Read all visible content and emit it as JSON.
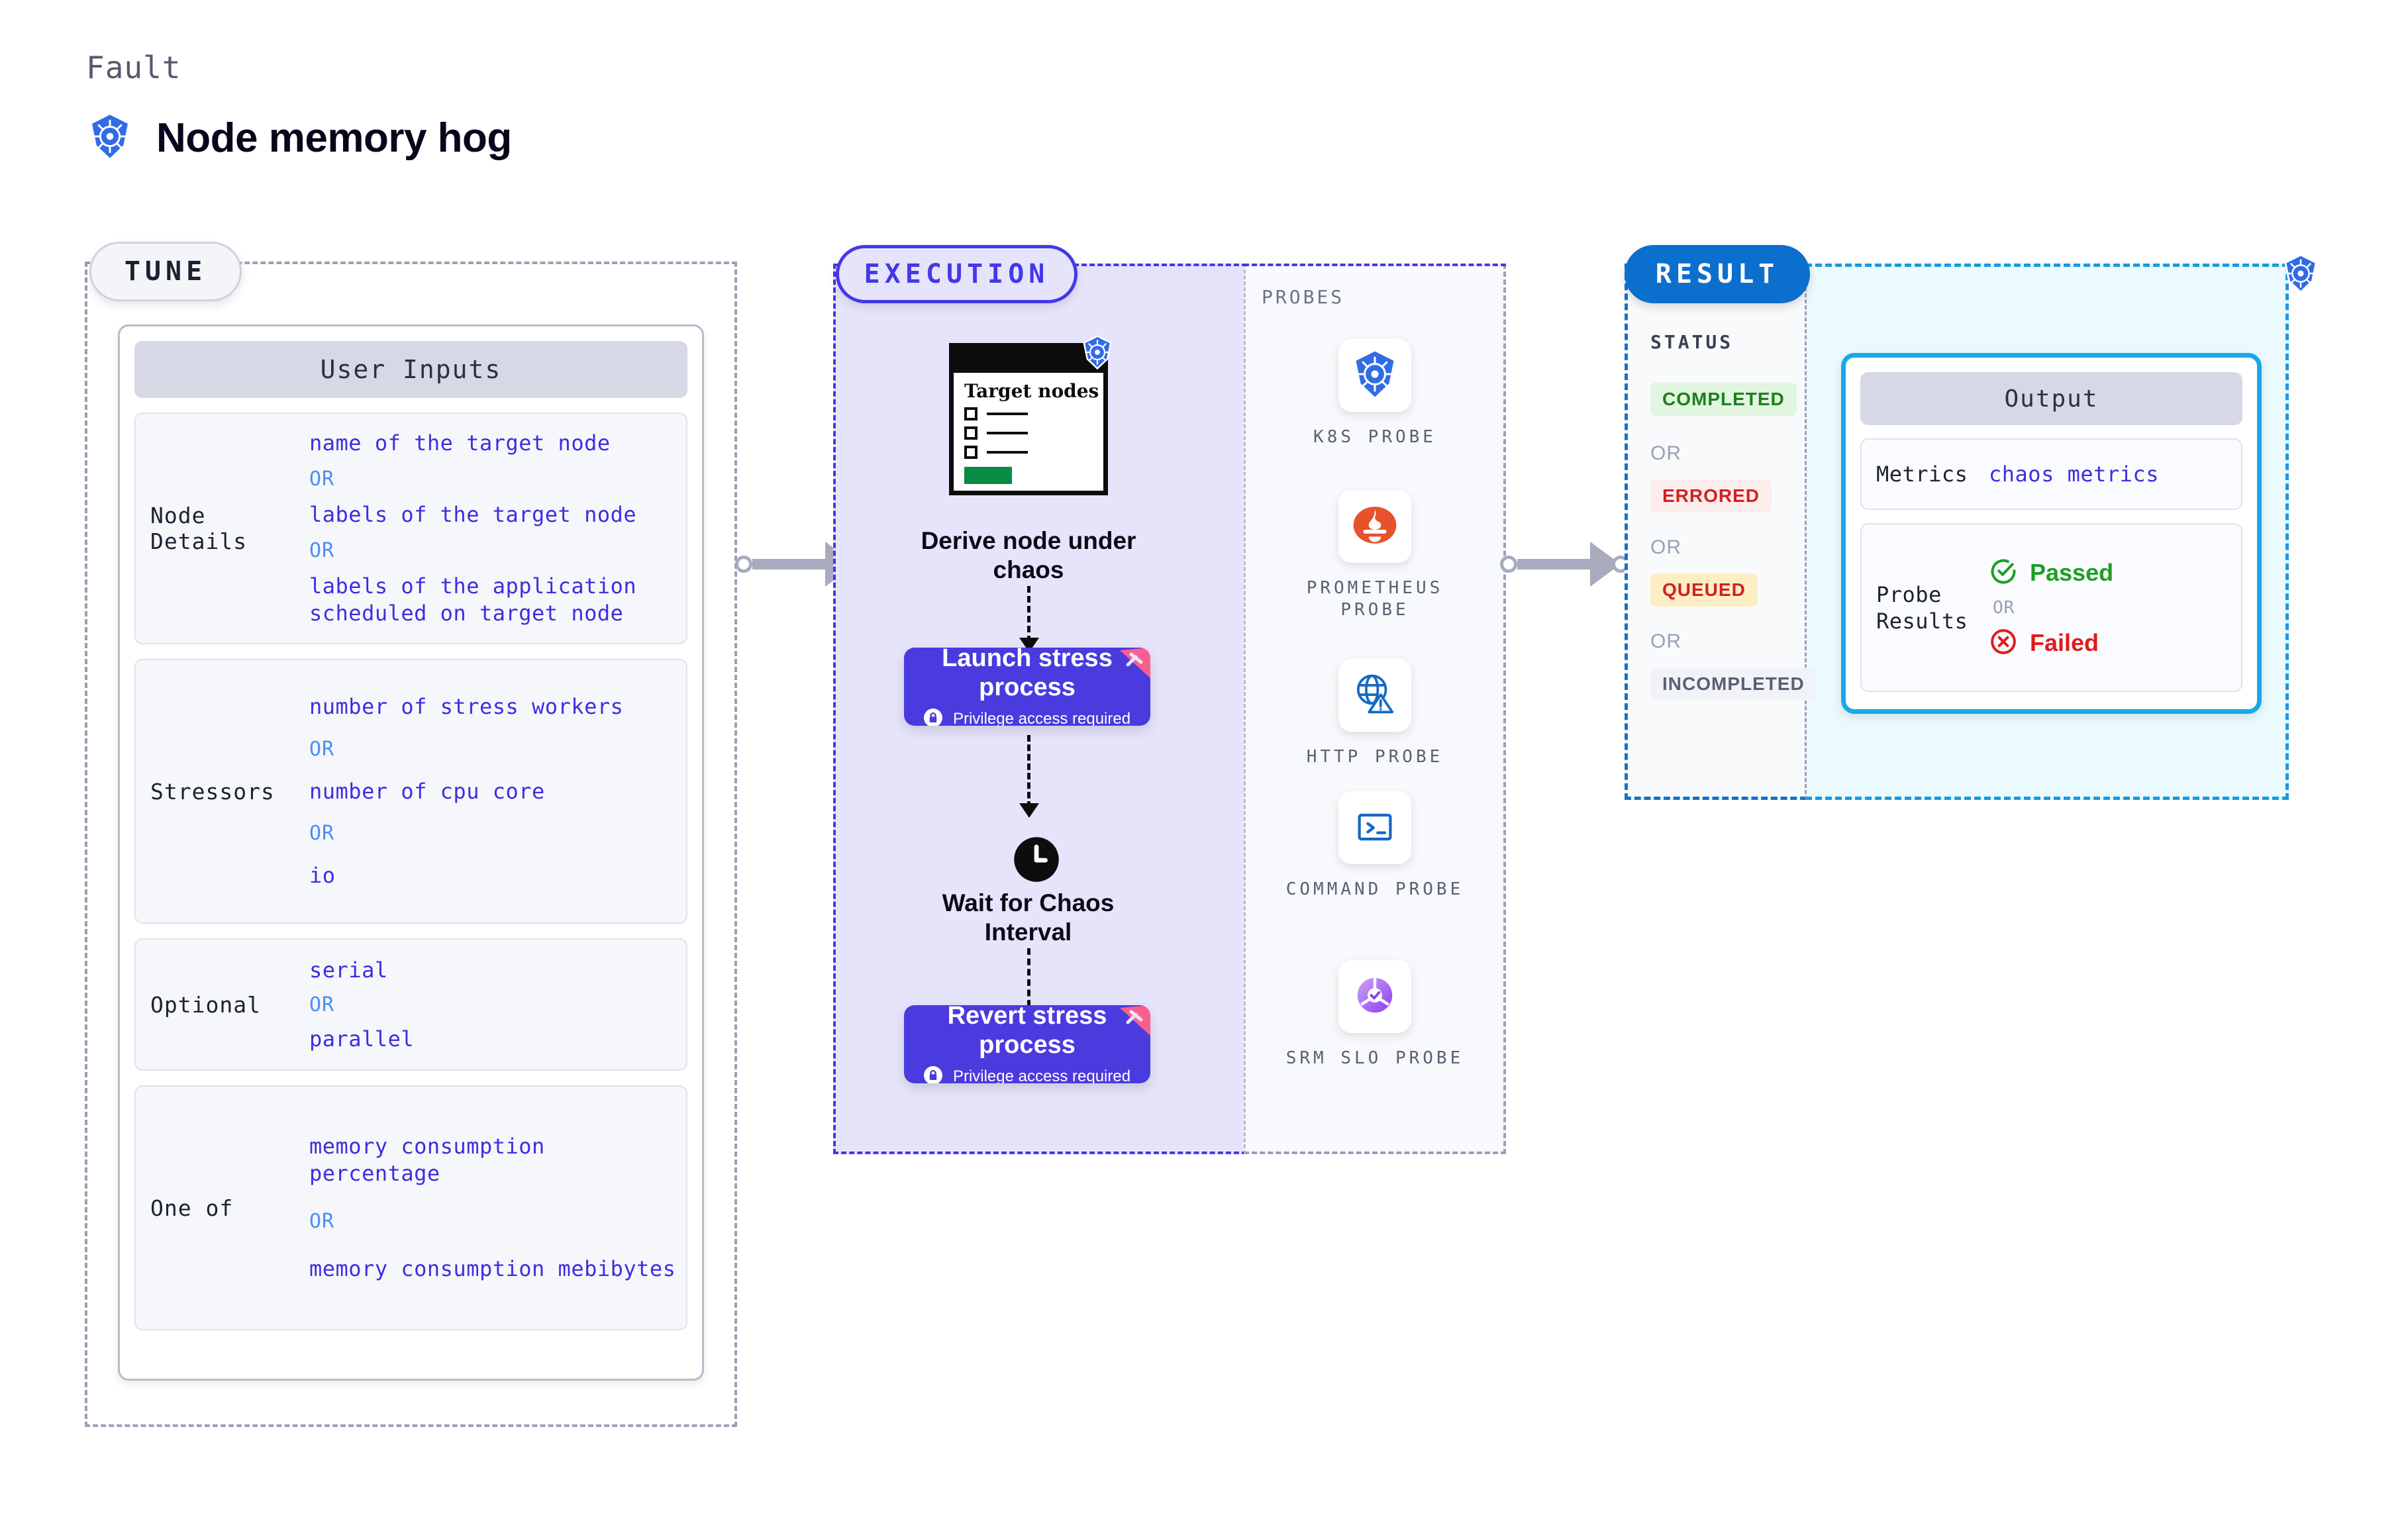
{
  "header": {
    "fault_label": "Fault",
    "fault_title": "Node memory hog",
    "fault_icon": "kubernetes-icon"
  },
  "tune": {
    "pill_label": "TUNE",
    "panel_title": "User Inputs",
    "rows": [
      {
        "label": "Node Details",
        "values": [
          "name of the target node",
          "labels of the target node",
          "labels of the application scheduled on target node"
        ],
        "separator": "OR"
      },
      {
        "label": "Stressors",
        "values": [
          "number of stress workers",
          "number of cpu core",
          "io"
        ],
        "separator": "OR"
      },
      {
        "label": "Optional",
        "values": [
          "serial",
          "parallel"
        ],
        "separator": "OR"
      },
      {
        "label": "One of",
        "values": [
          "memory consumption percentage",
          "memory consumption mebibytes"
        ],
        "separator": "OR"
      }
    ]
  },
  "execution": {
    "pill_label": "EXECUTION",
    "steps": [
      {
        "caption": "Derive node under chaos",
        "card_title": "Target nodes",
        "icon": "kubernetes-icon"
      },
      {
        "caption": "Launch stress process",
        "privilege": "Privilege access required",
        "icon": "lock-icon",
        "badge": "harness-ribbon-icon"
      },
      {
        "caption": "Wait for Chaos Interval",
        "icon": "clock-icon"
      },
      {
        "caption": "Revert stress process",
        "privilege": "Privilege access required",
        "icon": "lock-icon",
        "badge": "harness-ribbon-icon"
      }
    ]
  },
  "probes": {
    "heading": "PROBES",
    "items": [
      {
        "label": "K8S PROBE",
        "icon": "kubernetes-icon"
      },
      {
        "label": "PROMETHEUS PROBE",
        "icon": "prometheus-icon"
      },
      {
        "label": "HTTP PROBE",
        "icon": "globe-alert-icon"
      },
      {
        "label": "COMMAND PROBE",
        "icon": "terminal-icon"
      },
      {
        "label": "SRM SLO PROBE",
        "icon": "srm-slo-icon"
      }
    ]
  },
  "result": {
    "pill_label": "RESULT",
    "status_heading": "STATUS",
    "separator": "OR",
    "statuses": [
      {
        "label": "COMPLETED",
        "color": "#1d7f1d",
        "bg": "#e1f5e0"
      },
      {
        "label": "ERRORED",
        "color": "#cf2222",
        "bg": "#fdecec"
      },
      {
        "label": "QUEUED",
        "color": "#cf2222",
        "bg": "#fdeec4"
      },
      {
        "label": "INCOMPLETED",
        "color": "#5a6074",
        "bg": "#f1f3f8"
      }
    ],
    "corner_icon": "kubernetes-icon"
  },
  "output": {
    "panel_title": "Output",
    "rows": [
      {
        "label": "Metrics",
        "value": "chaos metrics"
      },
      {
        "label": "Probe Results",
        "passed": "Passed",
        "failed": "Failed",
        "separator": "OR"
      }
    ]
  },
  "colors": {
    "purple": "#4a3bdf",
    "exec_bg": "#e5e4fb",
    "result_blue": "#0b6fce",
    "output_cyan": "#19a9e8",
    "link_purple": "#3b2fe0",
    "or_blue": "#4c8df6"
  }
}
